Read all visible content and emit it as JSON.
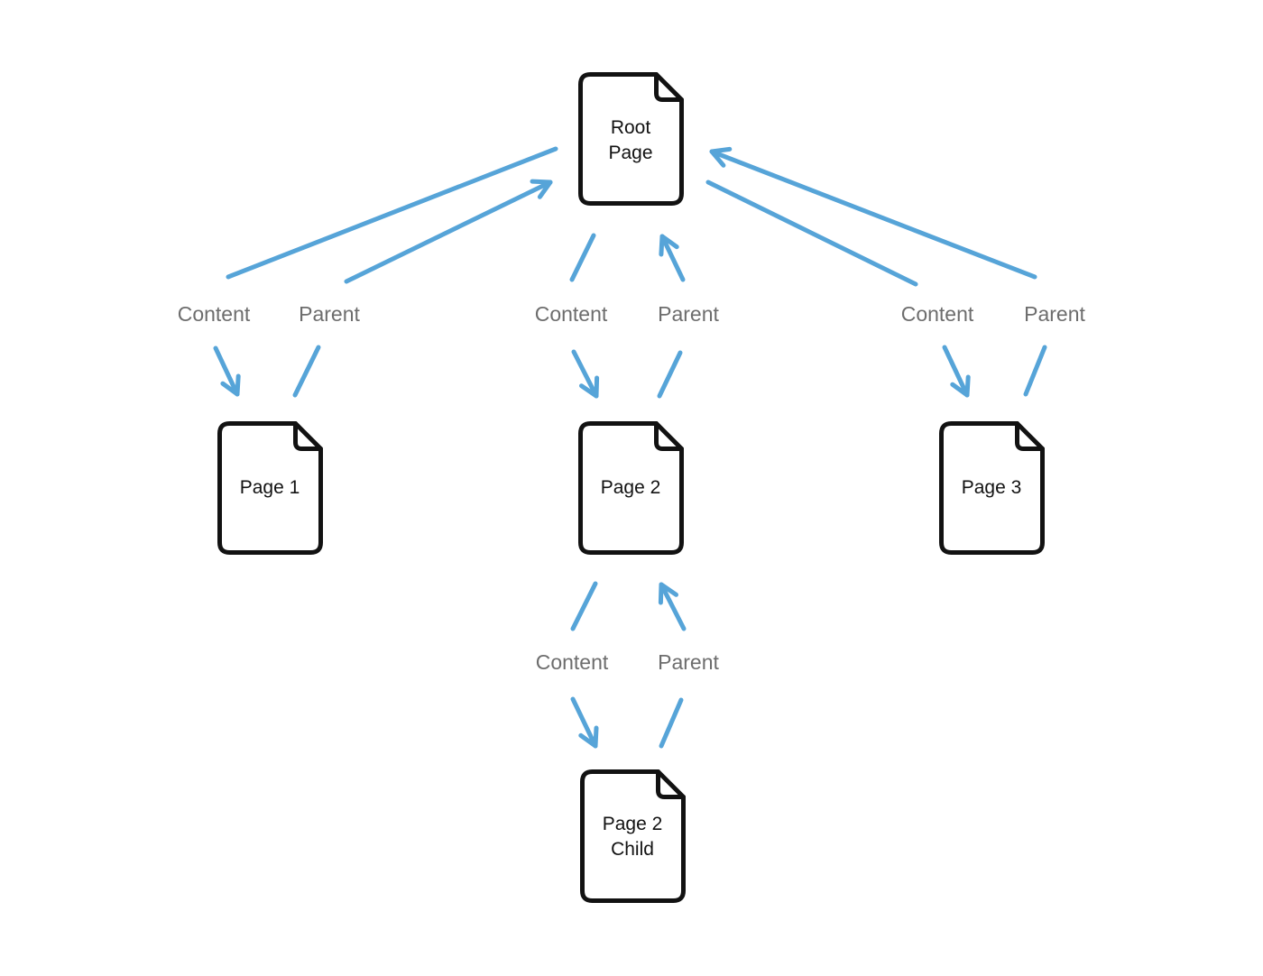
{
  "diagram": {
    "nodes": [
      {
        "id": "root",
        "label": "Root Page"
      },
      {
        "id": "page1",
        "label": "Page 1"
      },
      {
        "id": "page2",
        "label": "Page 2"
      },
      {
        "id": "page3",
        "label": "Page 3"
      },
      {
        "id": "page2child",
        "label": "Page 2 Child"
      }
    ],
    "edges": [
      {
        "from": "root",
        "to": "page1",
        "label": "Content"
      },
      {
        "from": "page1",
        "to": "root",
        "label": "Parent"
      },
      {
        "from": "root",
        "to": "page2",
        "label": "Content"
      },
      {
        "from": "page2",
        "to": "root",
        "label": "Parent"
      },
      {
        "from": "root",
        "to": "page3",
        "label": "Content"
      },
      {
        "from": "page3",
        "to": "root",
        "label": "Parent"
      },
      {
        "from": "page2",
        "to": "page2child",
        "label": "Content"
      },
      {
        "from": "page2child",
        "to": "page2",
        "label": "Parent"
      }
    ],
    "colors": {
      "background": "#ffffff",
      "arrow": "#56a4d8",
      "node_border": "#121212",
      "node_fill": "#ffffff",
      "node_text": "#121212",
      "edge_label": "#6d6d6d"
    }
  }
}
